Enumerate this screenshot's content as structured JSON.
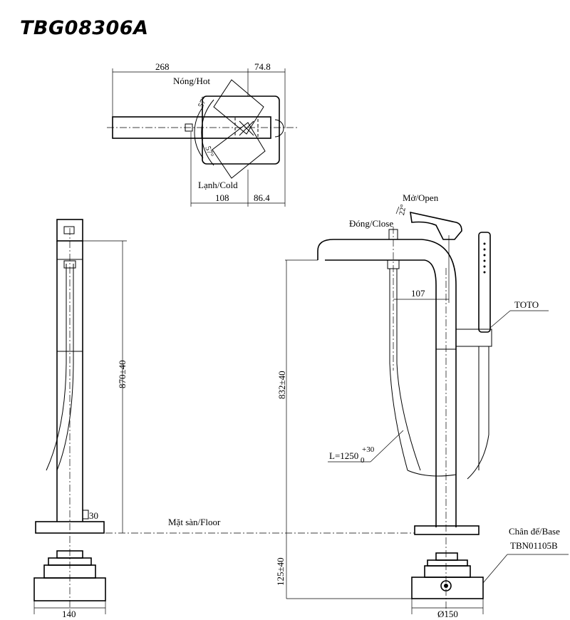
{
  "title": "TBG08306A",
  "top_view": {
    "dim_268": "268",
    "dim_74_8": "74.8",
    "hot_label": "Nóng/Hot",
    "angle_57": "57°",
    "angle_57b": "57°",
    "cold_label": "Lạnh/Cold",
    "dim_108": "108",
    "dim_86_4": "86.4"
  },
  "left_view": {
    "dim_870": "870±40",
    "dim_30": "30",
    "dim_140": "140"
  },
  "right_view": {
    "open_label": "Mở/Open",
    "angle_22": "22°",
    "close_label": "Đóng/Close",
    "dim_107": "107",
    "toto_label": "TOTO",
    "dim_832": "832±40",
    "hose_label": "L=1250",
    "hose_sub": "0",
    "hose_sup": "+30",
    "floor_label": "Mặt sàn/Floor",
    "base_label": "Chân đế/Base",
    "base_code": "TBN01105B",
    "dim_125": "125±40",
    "dim_150": "Ø150"
  }
}
